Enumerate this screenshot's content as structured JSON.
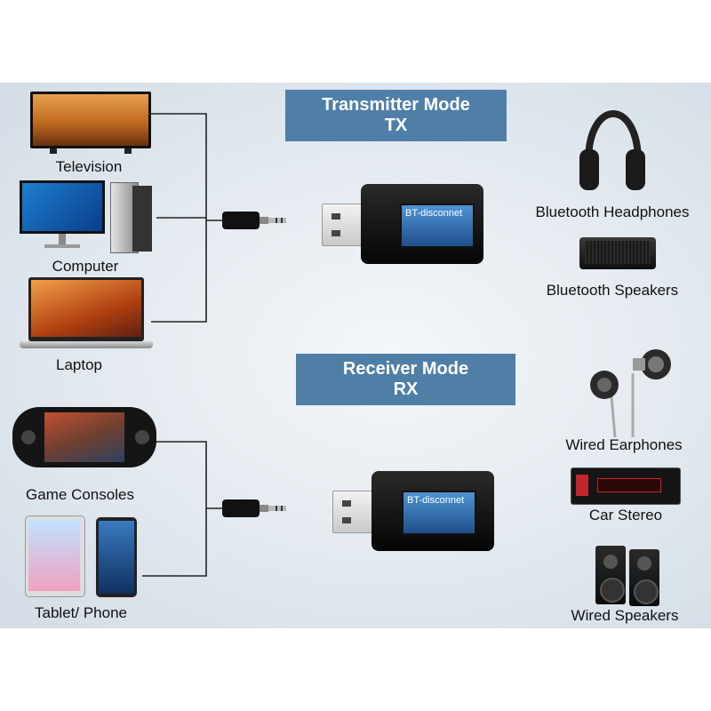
{
  "transmitter": {
    "title": "Transmitter Mode",
    "code": "TX",
    "screen_text": "BT-disconnet"
  },
  "receiver": {
    "title": "Receiver Mode",
    "code": "RX",
    "screen_text": "BT-disconnet"
  },
  "tx_sources": [
    "Television",
    "Computer",
    "Laptop"
  ],
  "tx_outputs": [
    "Bluetooth Headphones",
    "Bluetooth Speakers"
  ],
  "rx_sources": [
    "Game Consoles",
    "Tablet/ Phone"
  ],
  "rx_outputs": [
    "Wired Earphones",
    "Car Stereo",
    "Wired Speakers"
  ],
  "colors": {
    "banner": "#4f7fa6",
    "background": "#dde5ec",
    "screen": "#2f6fb3"
  },
  "icons": [
    "television-icon",
    "computer-icon",
    "laptop-icon",
    "game-console-icon",
    "tablet-icon",
    "phone-icon",
    "headphones-icon",
    "bluetooth-speaker-icon",
    "earphones-icon",
    "car-stereo-icon",
    "wired-speakers-icon",
    "usb-adapter-icon",
    "audio-jack-icon"
  ]
}
